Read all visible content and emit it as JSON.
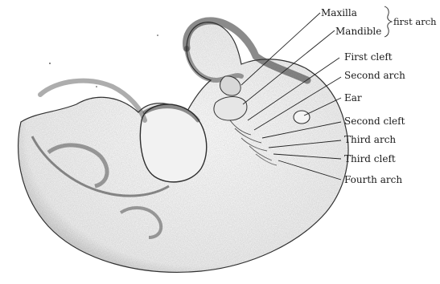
{
  "labels": {
    "maxilla": "Maxilla",
    "mandible": "Mandible",
    "first_arch": "first arch",
    "first_cleft": "First cleft",
    "second_arch": "Second arch",
    "ear": "Ear",
    "second_cleft": "Second cleft",
    "third_arch": "Third arch",
    "third_cleft": "Third cleft",
    "fourth_arch": "Fourth arch"
  },
  "colors": {
    "ink": "#1a1a1a",
    "stipple_dark": "#3a3a3a",
    "stipple_mid": "#7a7a7a",
    "paper": "#ffffff"
  }
}
